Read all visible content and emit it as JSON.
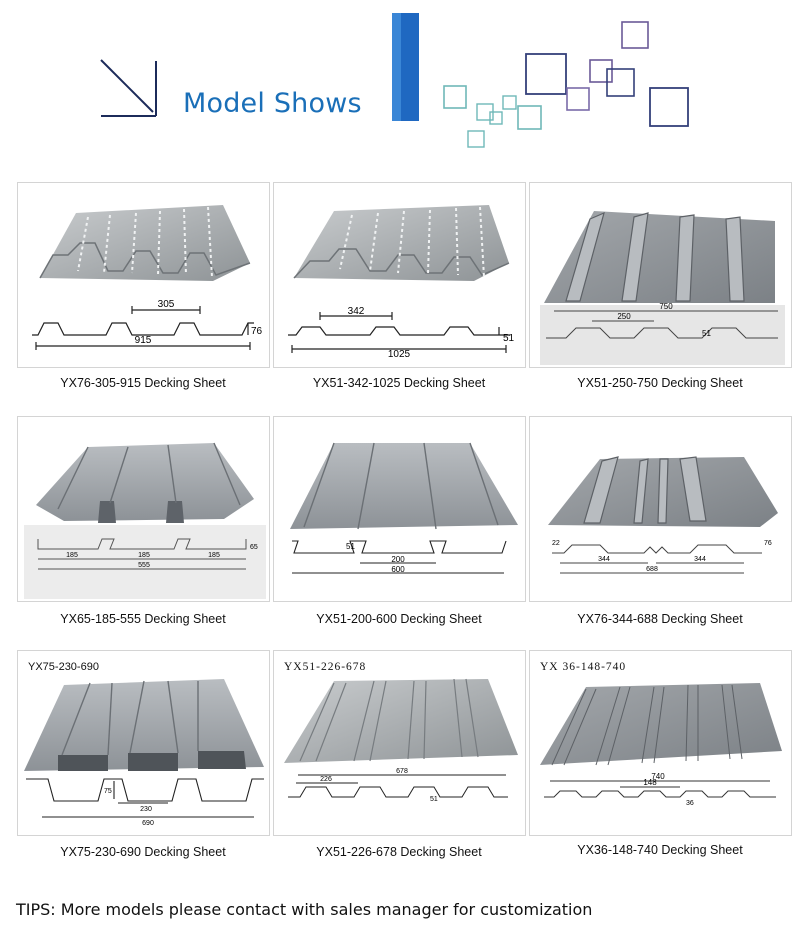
{
  "header": {
    "title": "Model Shows",
    "colors": {
      "accent": "#1a6fb8",
      "teal": "#6fb8b8",
      "purple": "#6a5a98",
      "navy": "#34407a"
    }
  },
  "products": [
    {
      "caption": "YX76-305-915 Decking Sheet",
      "dims": [
        "305",
        "76",
        "915"
      ]
    },
    {
      "caption": "YX51-342-1025 Decking Sheet",
      "dims": [
        "342",
        "51",
        "1025"
      ]
    },
    {
      "caption": "YX51-250-750 Decking Sheet",
      "dims": [
        "750",
        "250",
        "51"
      ]
    },
    {
      "caption": "YX65-185-555 Decking Sheet",
      "dims": [
        "185",
        "185",
        "185",
        "555",
        "65"
      ]
    },
    {
      "caption": "YX51-200-600 Decking Sheet",
      "dims": [
        "51",
        "200",
        "600"
      ]
    },
    {
      "caption": "YX76-344-688 Decking Sheet",
      "dims": [
        "22",
        "344",
        "344",
        "688",
        "76"
      ]
    },
    {
      "caption": "YX75-230-690 Decking Sheet",
      "label": "YX75-230-690",
      "dims": [
        "75",
        "230",
        "690"
      ]
    },
    {
      "caption": "YX51-226-678 Decking Sheet",
      "label": "YX51-226-678",
      "dims": [
        "226",
        "678",
        "51"
      ]
    },
    {
      "caption": "YX36-148-740 Decking Sheet",
      "label": "YX 36-148-740",
      "dims": [
        "740",
        "148",
        "36"
      ]
    }
  ],
  "tips": "TIPS: More models please contact with sales manager for customization"
}
